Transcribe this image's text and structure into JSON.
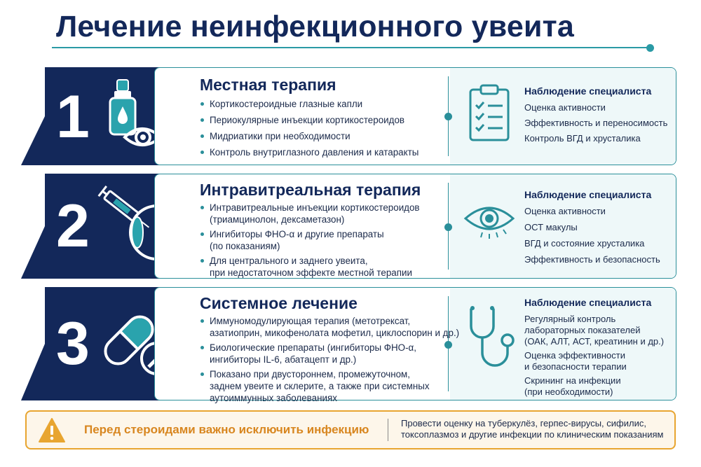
{
  "title": "Лечение неинфекционного увеита",
  "colors": {
    "navy": "#13285a",
    "teal": "#2a8f9a",
    "warning": "#e8a530"
  },
  "sections": [
    {
      "number": "1",
      "icon": "eye-drops-icon",
      "title": "Местная терапия",
      "bullets": [
        "Кортикостероидные глазные капли",
        "Периокулярные инъекции кортикостероидов",
        "Мидриатики при необходимости",
        "Контроль внутриглазного давления и катаракты"
      ],
      "monitoring": {
        "icon": "clipboard-checklist-icon",
        "title": "Наблюдение специалиста",
        "items": [
          "Оценка активности",
          "Эффективность и переносимость",
          "Контроль ВГД и хрусталика"
        ]
      }
    },
    {
      "number": "2",
      "icon": "syringe-eyeball-icon",
      "title": "Интравитреальная терапия",
      "bullets": [
        [
          "Интравитреальные инъекции кортикостероидов",
          "(триамцинолон, дексаметазон)"
        ],
        [
          "Ингибиторы ФНО-α и другие препараты",
          "(по показаниям)"
        ],
        [
          "Для центрального и заднего увеита,",
          "при недостаточном эффекте местной терапии"
        ]
      ],
      "monitoring": {
        "icon": "eye-icon",
        "title": "Наблюдение специалиста",
        "items": [
          "Оценка активности",
          "ОСТ макулы",
          "ВГД и состояние хрусталика",
          "Эффективность и безопасность"
        ]
      }
    },
    {
      "number": "3",
      "icon": "capsule-tablet-icon",
      "title": "Системное лечение",
      "bullets": [
        [
          "Иммуномодулирующая терапия (метотрексат,",
          "азатиоприн, микофенолата мофетил, циклоспорин и др.)"
        ],
        [
          "Биологические препараты (ингибиторы ФНО-α,",
          "ингибиторы IL-6, абатацепт и др.)"
        ],
        [
          "Показано при двустороннем, промежуточном,",
          "заднем увеите и склерите, а также при системных",
          "аутоиммунных заболеваниях"
        ]
      ],
      "monitoring": {
        "icon": "stethoscope-icon",
        "title": "Наблюдение специалиста",
        "items": [
          [
            "Регулярный контроль",
            "лабораторных показателей",
            "(ОАК, АЛТ, АСТ, креатинин и др.)"
          ],
          [
            "Оценка эффективности",
            "и безопасности терапии"
          ],
          [
            "Скрининг на инфекции",
            "(при необходимости)"
          ]
        ]
      }
    }
  ],
  "warning": {
    "icon": "warning-triangle-icon",
    "text": "Перед стероидами важно исключить инфекцию",
    "note": [
      "Провести оценку на туберкулёз, герпес-вирусы, сифилис,",
      "токсоплазмоз и другие инфекции по клиническим показаниям"
    ]
  }
}
